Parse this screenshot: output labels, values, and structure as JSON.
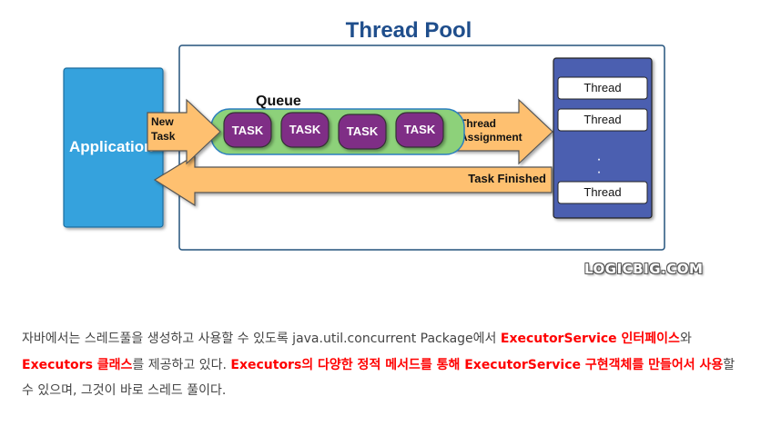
{
  "diagram": {
    "title": "Thread Pool",
    "application_label": "Application",
    "queue_label": "Queue",
    "task_labels": [
      "TASK",
      "TASK",
      "TASK",
      "TASK"
    ],
    "new_task_label": [
      "New",
      "Task"
    ],
    "assignment_label": [
      "Thread",
      "Assignment"
    ],
    "finished_label": "Task Finished",
    "threads": [
      "Thread",
      "Thread",
      "Thread"
    ],
    "ellipsis": [
      "·",
      "·"
    ],
    "watermark": "LOGICBIG.COM",
    "colors": {
      "title": "#1f4e8c",
      "application": "#36a2dd",
      "queue": "#8dd17a",
      "task": "#7f2f86",
      "arrow": "#fec06f",
      "thread_panel": "#4b5eb0",
      "frame_border": "#23527c"
    }
  },
  "paragraph": {
    "part1": "자바에서는 스레드풀을 생성하고 사용할 수 있도록 java.util.concurrent Package에서 ",
    "hl1": "ExecutorService 인터페이스",
    "part2": "와",
    "hl2": "Executors 클래스",
    "part3": "를 제공하고 있다. ",
    "hl3": "Executors의 다양한 정적 메서드를 통해 ExecutorService 구현객체를 만들어서 사용",
    "part4": "할 수 있으며, 그것이 바로 스레드 풀이다."
  }
}
